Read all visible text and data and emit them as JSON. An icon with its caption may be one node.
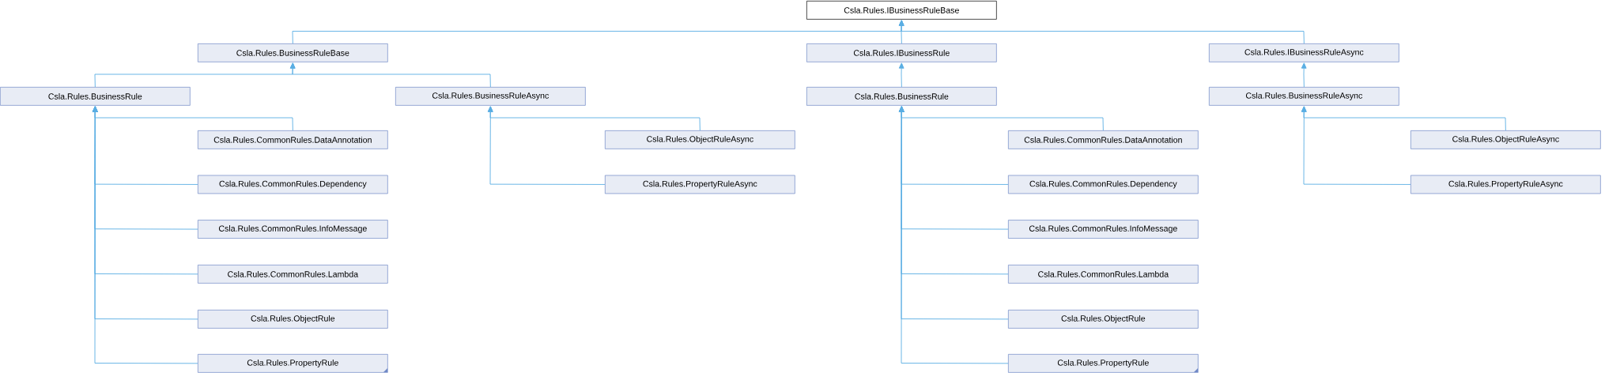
{
  "diagram": {
    "nodes": [
      {
        "text": [
          "Csla.Rules.IBusinessRuleBase"
        ]
      },
      {
        "text": [
          "Csla.Rules.BusinessRuleBase"
        ]
      },
      {
        "text": [
          "Csla.Rules.BusinessRule"
        ]
      },
      {
        "text": [
          "Csla.Rules.BusinessRuleAsync"
        ]
      },
      {
        "text": [
          "Csla.Rules.CommonRules.DataAnnotation"
        ]
      },
      {
        "text": [
          "Csla.Rules.CommonRules.Dependency"
        ]
      },
      {
        "text": [
          "Csla.Rules.CommonRules.InfoMessage"
        ]
      },
      {
        "text": [
          "Csla.Rules.CommonRules.Lambda"
        ]
      },
      {
        "text": [
          "Csla.Rules.ObjectRule"
        ]
      },
      {
        "text": [
          "Csla.Rules.PropertyRule"
        ]
      },
      {
        "text": [
          "Csla.Rules.ObjectRuleAsync"
        ]
      },
      {
        "text": [
          "Csla.Rules.PropertyRuleAsync"
        ]
      },
      {
        "text": [
          "Csla.Rules.IBusinessRule"
        ]
      },
      {
        "text": [
          "Csla.Rules.IBusinessRuleAsync"
        ]
      },
      {
        "text": [
          "Csla.Rules.BusinessRule"
        ]
      },
      {
        "text": [
          "Csla.Rules.BusinessRuleAsync"
        ]
      },
      {
        "text": [
          "Csla.Rules.CommonRules.DataAnnotation"
        ]
      },
      {
        "text": [
          "Csla.Rules.CommonRules.Dependency"
        ]
      },
      {
        "text": [
          "Csla.Rules.CommonRules.InfoMessage"
        ]
      },
      {
        "text": [
          "Csla.Rules.CommonRules.Lambda"
        ]
      },
      {
        "text": [
          "Csla.Rules.ObjectRule"
        ]
      },
      {
        "text": [
          "Csla.Rules.PropertyRule"
        ]
      },
      {
        "text": [
          "Csla.Rules.ObjectRuleAsync"
        ]
      },
      {
        "text": [
          "Csla.Rules.PropertyRuleAsync"
        ]
      }
    ],
    "edges": [
      {
        "from": 1,
        "to": 0,
        "arrow": "to"
      },
      {
        "from": 12,
        "to": 0,
        "arrow": "to"
      },
      {
        "from": 13,
        "to": 0,
        "arrow": "to"
      },
      {
        "from": 2,
        "to": 1,
        "arrow": "to"
      },
      {
        "from": 3,
        "to": 1,
        "arrow": "to"
      },
      {
        "from": 4,
        "to": 2,
        "arrow": "to"
      },
      {
        "from": 5,
        "to": 2,
        "arrow": "to"
      },
      {
        "from": 6,
        "to": 2,
        "arrow": "to"
      },
      {
        "from": 7,
        "to": 2,
        "arrow": "to"
      },
      {
        "from": 8,
        "to": 2,
        "arrow": "to"
      },
      {
        "from": 9,
        "to": 2,
        "arrow": "to"
      },
      {
        "from": 10,
        "to": 3,
        "arrow": "to"
      },
      {
        "from": 11,
        "to": 3,
        "arrow": "to"
      },
      {
        "from": 14,
        "to": 12,
        "arrow": "to"
      },
      {
        "from": 15,
        "to": 13,
        "arrow": "to"
      },
      {
        "from": 16,
        "to": 14,
        "arrow": "to"
      },
      {
        "from": 17,
        "to": 14,
        "arrow": "to"
      },
      {
        "from": 18,
        "to": 14,
        "arrow": "to"
      },
      {
        "from": 19,
        "to": 14,
        "arrow": "to"
      },
      {
        "from": 20,
        "to": 14,
        "arrow": "to"
      },
      {
        "from": 21,
        "to": 14,
        "arrow": "to"
      },
      {
        "from": 22,
        "to": 15,
        "arrow": "to"
      },
      {
        "from": 23,
        "to": 15,
        "arrow": "to"
      }
    ]
  }
}
